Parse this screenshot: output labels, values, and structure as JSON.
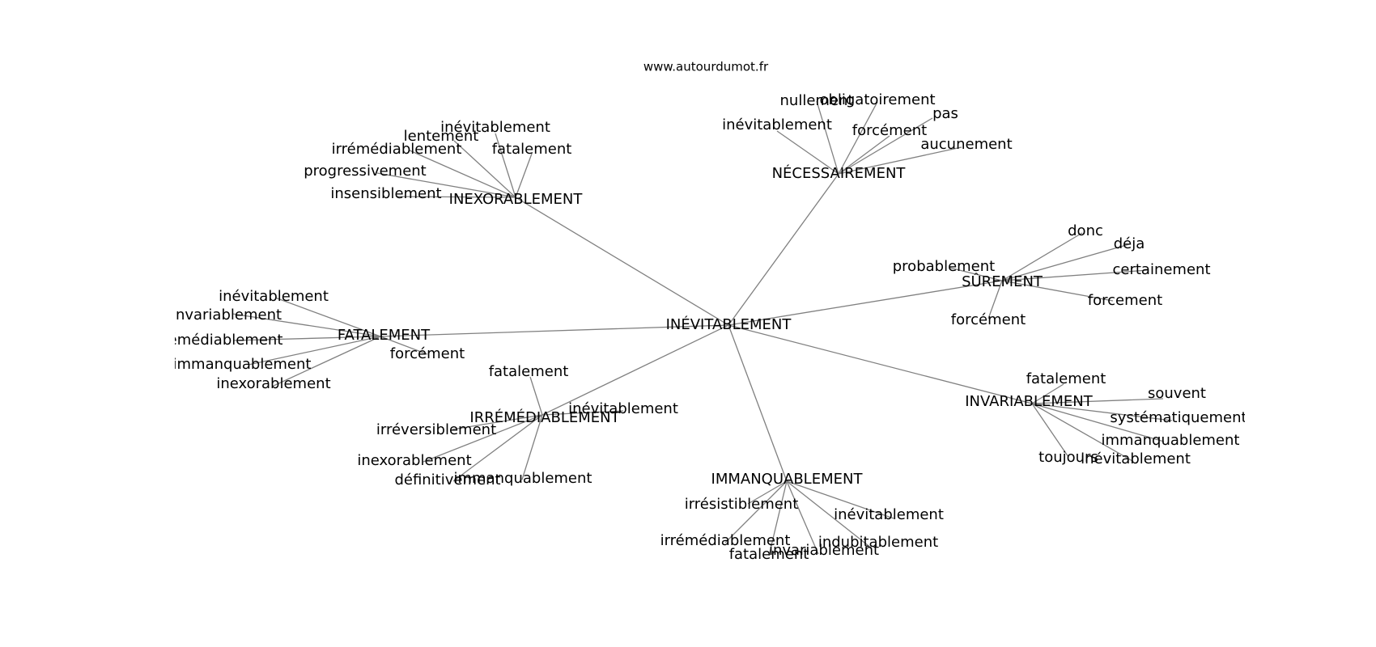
{
  "watermark": "www.autourdumot.fr",
  "colors": {
    "edge": "#808080",
    "text": "#000000",
    "background": "#ffffff"
  },
  "graph": {
    "root": "INÉVITABLEMENT",
    "hubs": [
      {
        "id": "ne",
        "label": "NÉCESSAIREMENT",
        "leaves": [
          "nullement",
          "obligatoirement",
          "pas",
          "inévitablement",
          "forcément",
          "aucunement"
        ]
      },
      {
        "id": "in",
        "label": "INEXORABLEMENT",
        "leaves": [
          "inévitablement",
          "lentement",
          "irrémédiablement",
          "fatalement",
          "progressivement",
          "insensiblement"
        ]
      },
      {
        "id": "su",
        "label": "SÛREMENT",
        "leaves": [
          "donc",
          "déja",
          "probablement",
          "certainement",
          "forcement",
          "forcément"
        ]
      },
      {
        "id": "fa",
        "label": "FATALEMENT",
        "leaves": [
          "inévitablement",
          "invariablement",
          "irrémédiablement",
          "immanquablement",
          "inexorablement",
          "forcément"
        ]
      },
      {
        "id": "ir",
        "label": "IRRÉMÉDIABLEMENT",
        "leaves": [
          "fatalement",
          "inévitablement",
          "irréversiblement",
          "inexorablement",
          "définitivement",
          "immanquablement"
        ]
      },
      {
        "id": "iv",
        "label": "INVARIABLEMENT",
        "leaves": [
          "fatalement",
          "souvent",
          "systématiquement",
          "immanquablement",
          "toujours",
          "inévitablement"
        ]
      },
      {
        "id": "im",
        "label": "IMMANQUABLEMENT",
        "leaves": [
          "irrésistiblement",
          "inévitablement",
          "irrémédiablement",
          "indubitablement",
          "fatalement",
          "invariablement"
        ]
      }
    ]
  }
}
